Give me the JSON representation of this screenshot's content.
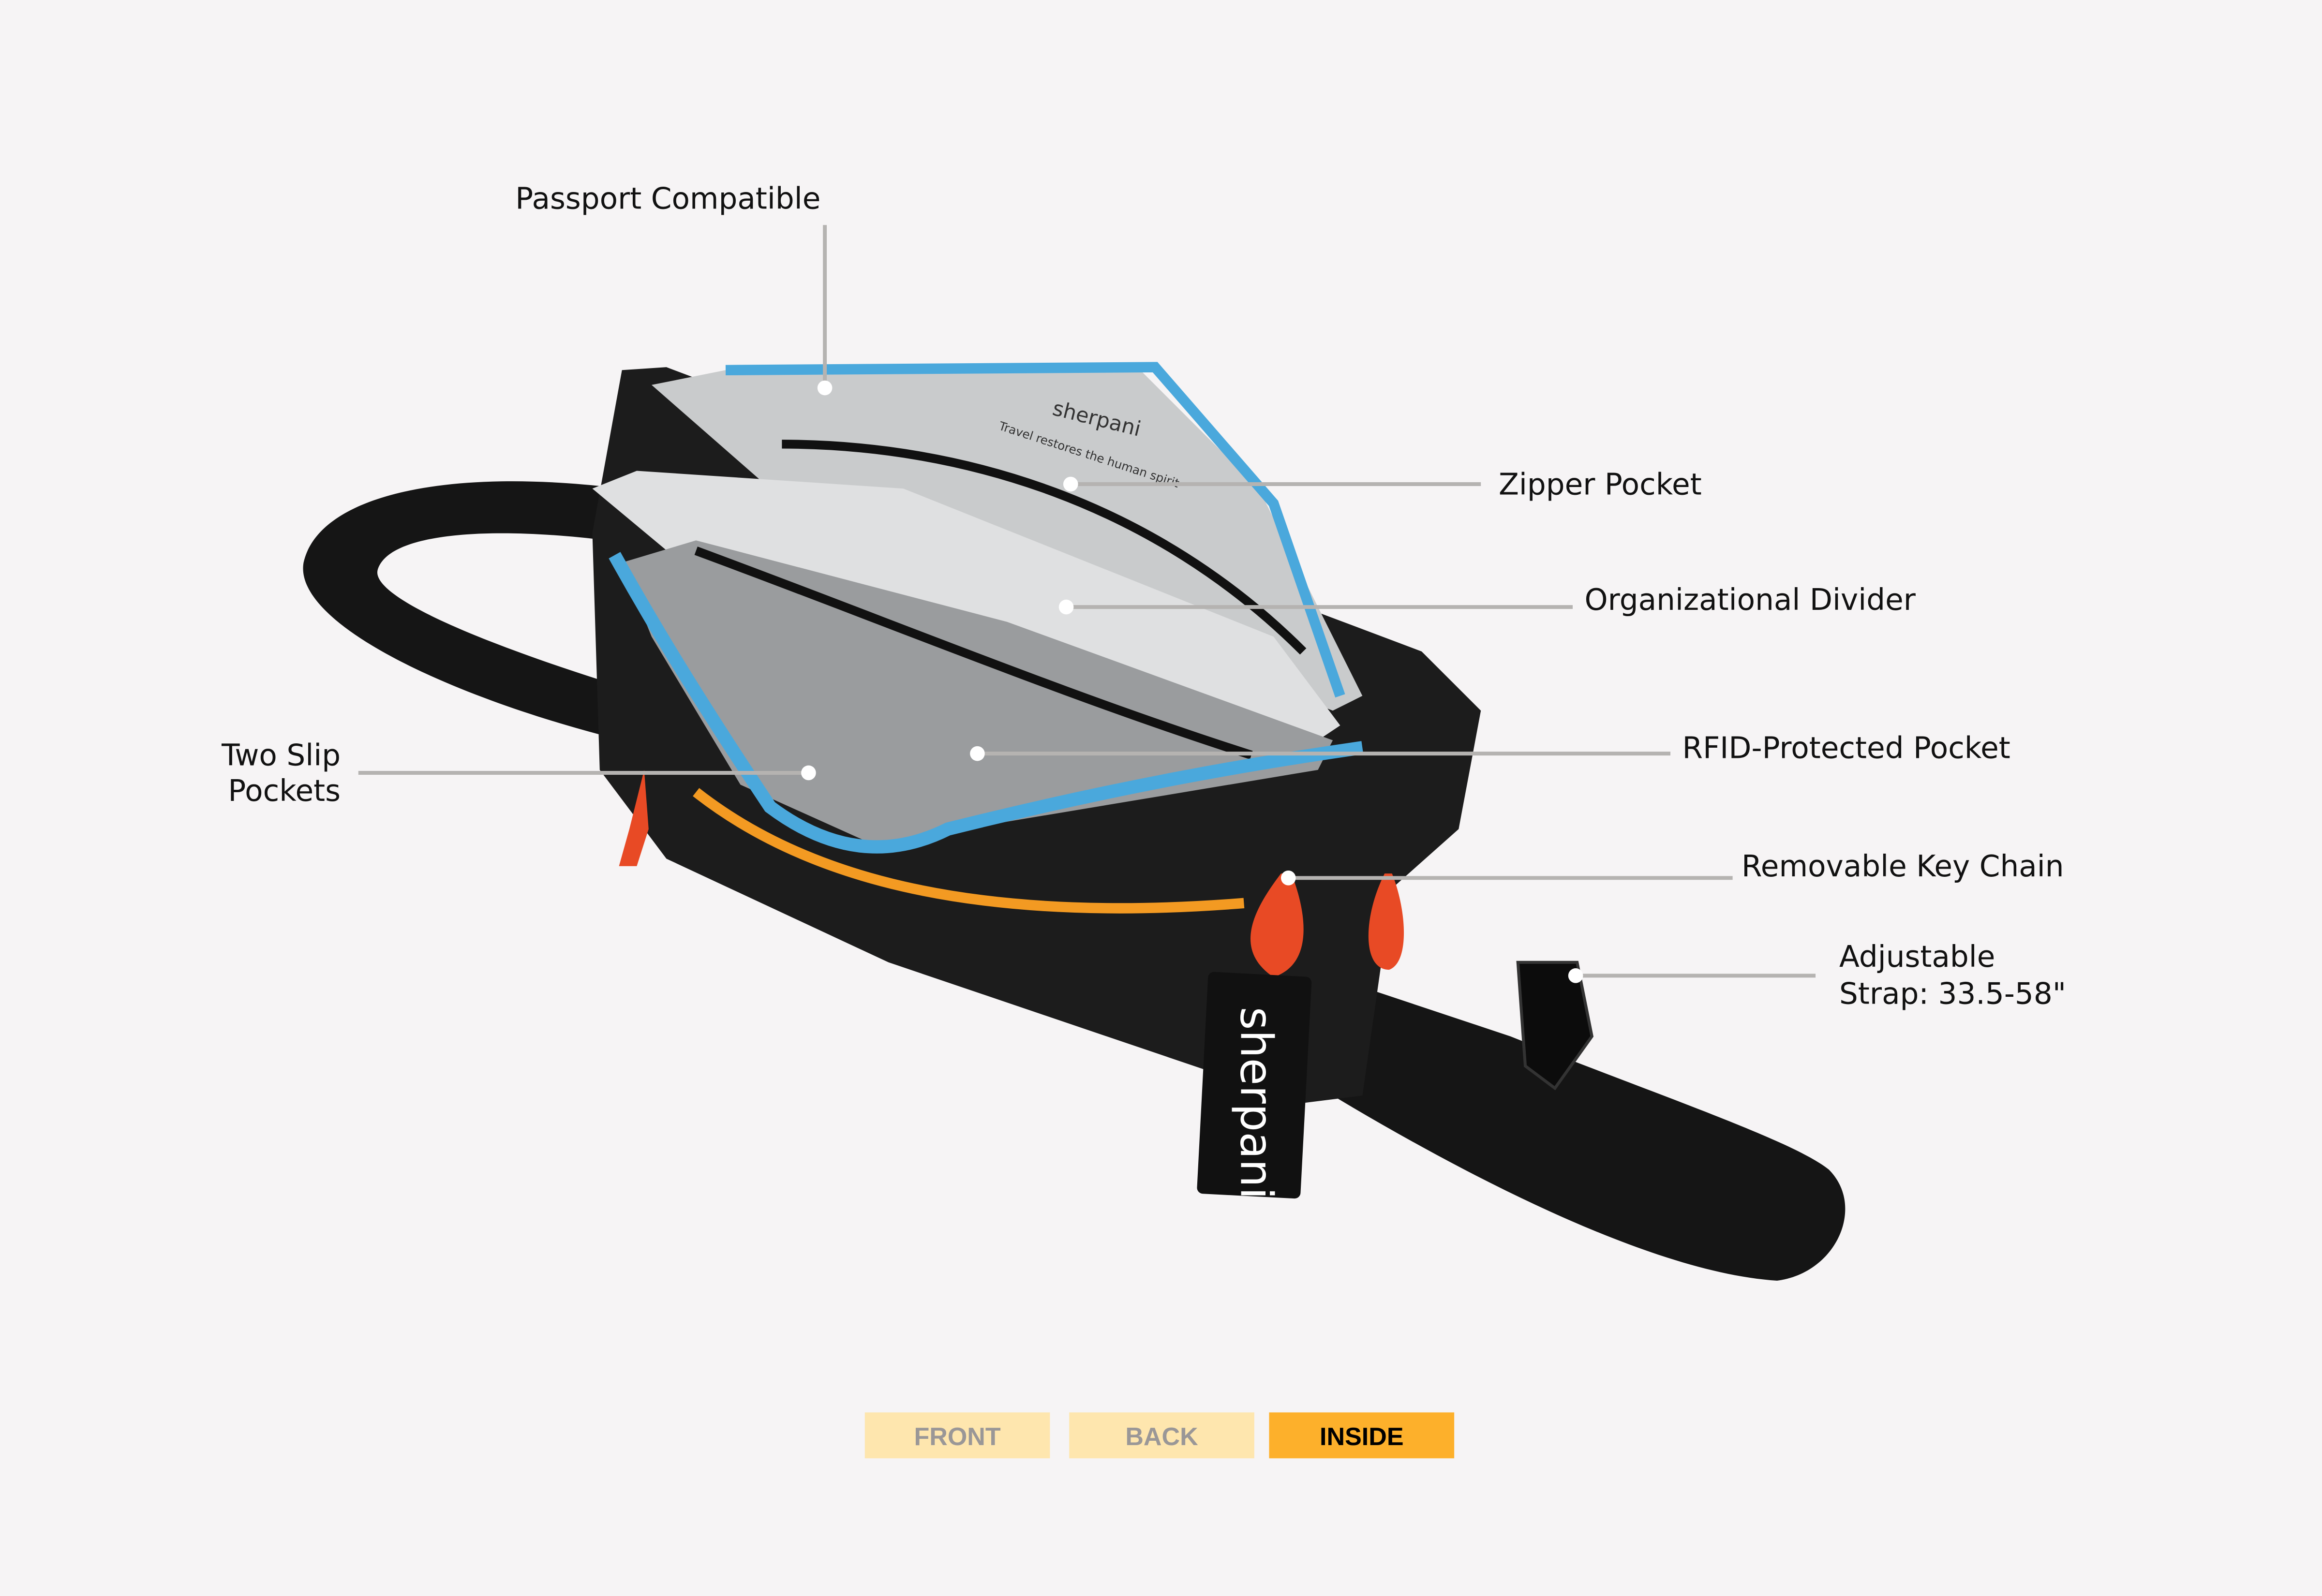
{
  "callouts": {
    "passport": "Passport Compatible",
    "zipper_pocket": "Zipper Pocket",
    "divider": "Organizational Divider",
    "rfid": "RFID-Protected Pocket",
    "key_chain": "Removable Key Chain",
    "strap_line1": "Adjustable",
    "strap_line2": "Strap: 33.5-58\"",
    "slip_line1": "Two Slip",
    "slip_line2": "Pockets"
  },
  "bag_print": {
    "brand": "sherpani",
    "tagline": "Travel restores the human spirit"
  },
  "view_tabs": [
    {
      "label": "FRONT",
      "active": false
    },
    {
      "label": "BACK",
      "active": false
    },
    {
      "label": "INSIDE",
      "active": true
    }
  ],
  "colors": {
    "background": "#f6f4f5",
    "tab_inactive": "#fee6ae",
    "tab_active": "#fdb02b",
    "zipper_blue": "#4aa8dc",
    "accent_orange": "#f39a22",
    "pull_red": "#e84a25"
  }
}
